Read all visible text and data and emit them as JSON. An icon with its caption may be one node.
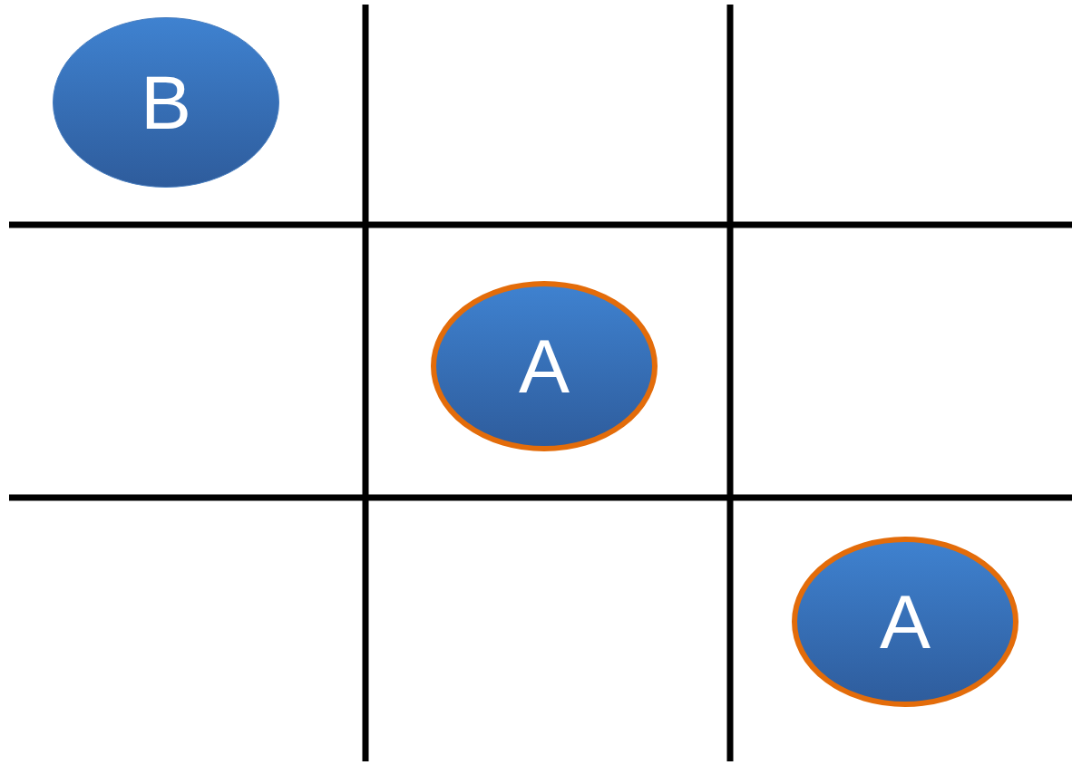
{
  "diagram": {
    "nodes": [
      {
        "text": [
          "B"
        ]
      },
      {
        "text": [
          "A"
        ]
      },
      {
        "text": [
          "A"
        ]
      }
    ]
  }
}
